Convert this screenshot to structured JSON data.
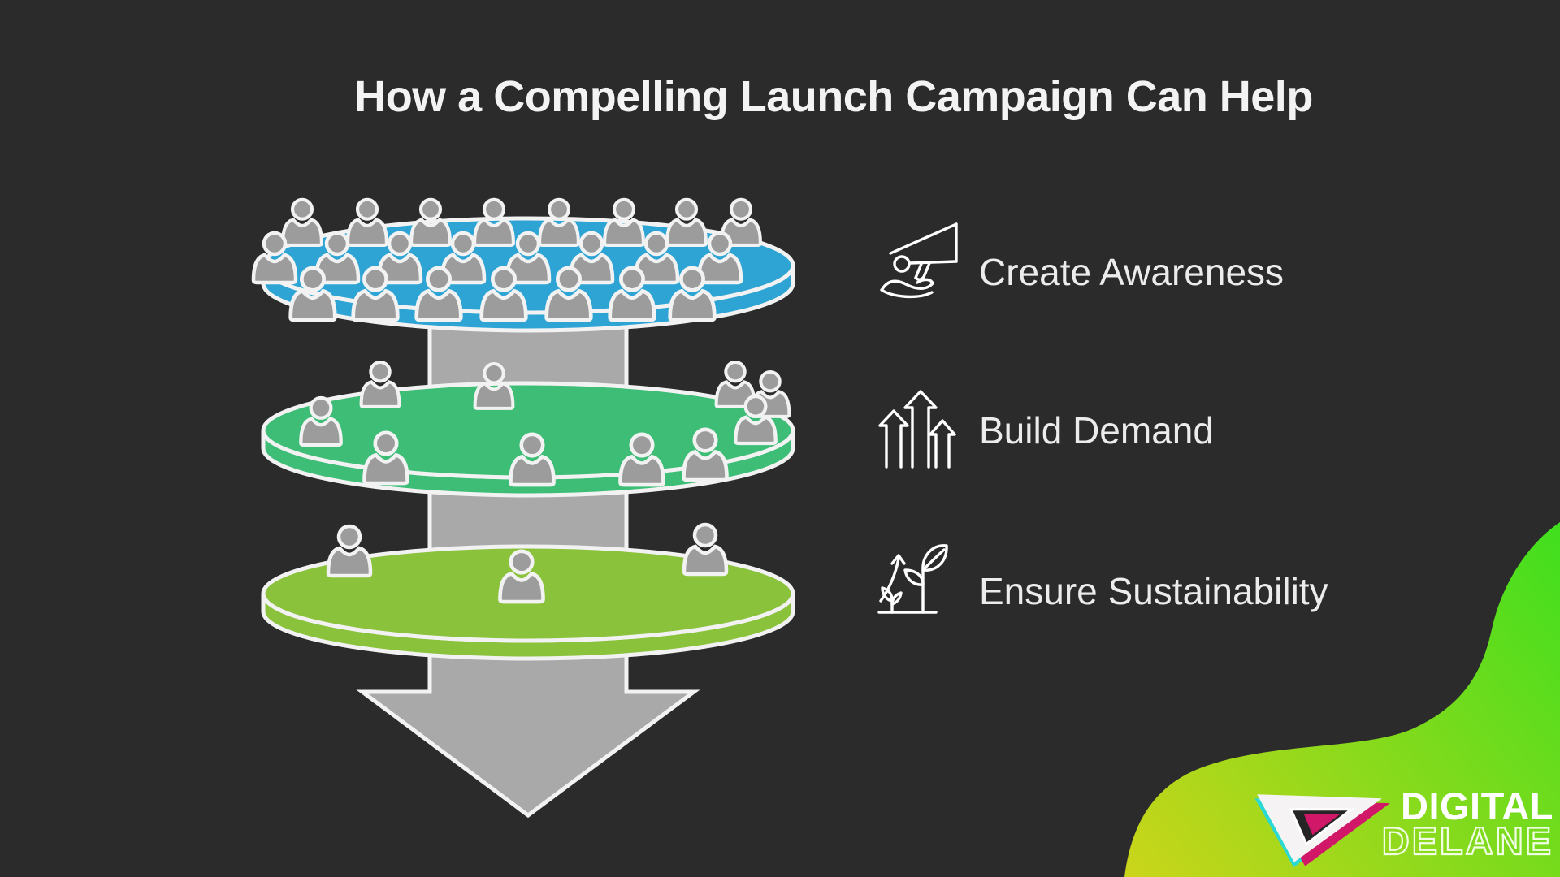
{
  "page": {
    "background": "#2b2b2b"
  },
  "title": {
    "text": "How a Compelling Launch Campaign Can Help",
    "color": "#f3f3f3"
  },
  "benefits": [
    {
      "label": "Create Awareness",
      "icon": "megaphone-hand-icon"
    },
    {
      "label": "Build Demand",
      "icon": "growth-arrows-icon"
    },
    {
      "label": "Ensure Sustainability",
      "icon": "plant-growth-icon"
    }
  ],
  "funnel": {
    "layers": [
      {
        "name": "awareness",
        "color": "#2da4d4",
        "people_count": 23
      },
      {
        "name": "demand",
        "color": "#3dbd76",
        "people_count": 10
      },
      {
        "name": "sustainability",
        "color": "#8ac23c",
        "people_count": 3
      }
    ],
    "column_color": "#a9a9a9",
    "outline_color": "#f2f2f2",
    "person_color": "#9c9c9c"
  },
  "swoosh": {
    "gradient_from": "#ccd51a",
    "gradient_to": "#3fdf1e"
  },
  "logo": {
    "line1": "DIGITAL",
    "line2": "DELANE",
    "colors": {
      "magenta": "#d11768",
      "cyan": "#2bd9d4",
      "white": "#f5f3f4"
    }
  }
}
